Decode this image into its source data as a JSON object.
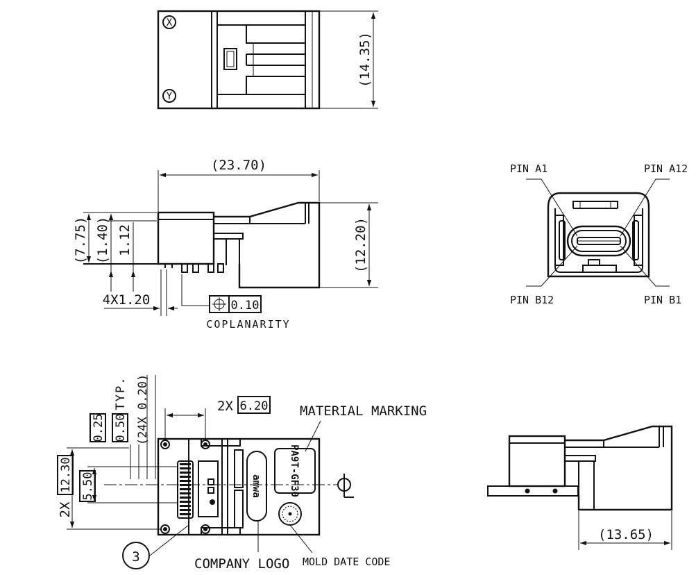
{
  "dims": {
    "top_height": "(14.35)",
    "side_length": "(23.70)",
    "overall_height": "(7.75)",
    "dim_140": "(1.40)",
    "dim_112": "1.12",
    "body_height": "(12.20)",
    "pitch": "4X1.20",
    "tolerance": "0.10",
    "coplanarity": "COPLANARITY",
    "typ": "TYP.",
    "pin_width": "(24X 0.20)",
    "pin_pitch": "0.50",
    "pin_offset": "0.25",
    "twox_a": "2X",
    "peg_spacing": "6.20",
    "twox_b": "2X",
    "peg_vertical": "12.30",
    "center_offset": "5.50",
    "depth": "(13.65)"
  },
  "labels": {
    "mark_x": "X",
    "mark_y": "Y",
    "pin_a1": "PIN A1",
    "pin_a12": "PIN A12",
    "pin_b12": "PIN B12",
    "pin_b1": "PIN B1",
    "material_marking": "MATERIAL MARKING",
    "company_logo": "COMPANY LOGO",
    "mold_date_code": "MOLD DATE CODE",
    "callout_3": "3",
    "centerline": "CL",
    "material_text": "PA9T-GF30",
    "logo_text": "amwa",
    "flatness_symbol": "⌖"
  }
}
